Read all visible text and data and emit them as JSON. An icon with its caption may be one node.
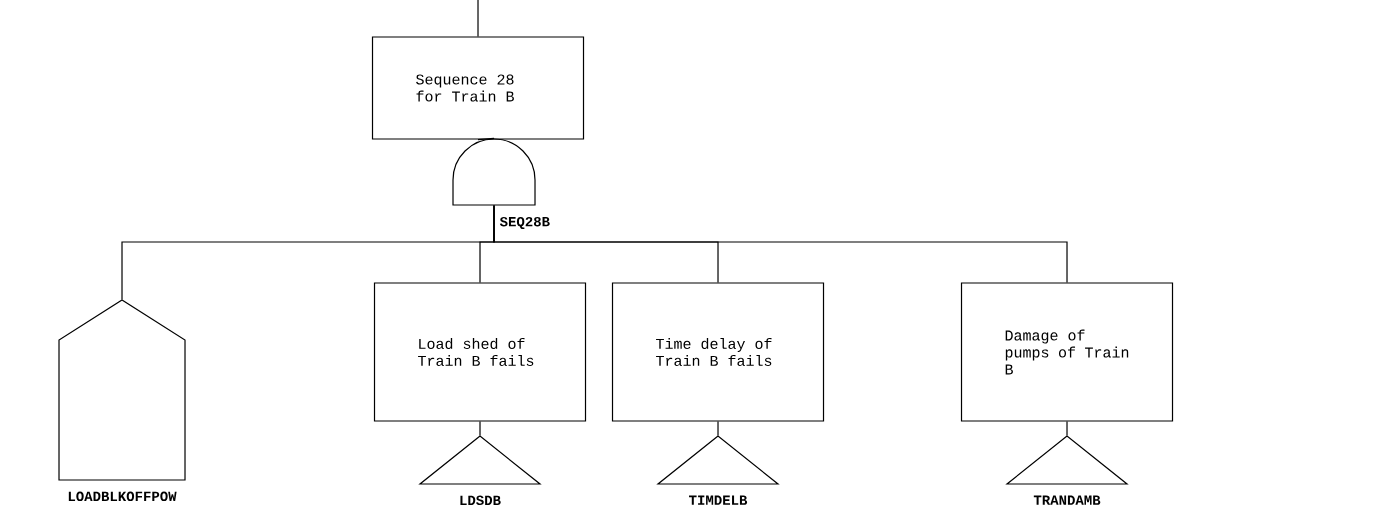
{
  "diagram": {
    "nodes": [
      {
        "text": [
          "Sequence 28 for Train B"
        ]
      },
      {
        "text": [],
        "shape": "gate",
        "beside": [
          "SEQ28B"
        ]
      },
      {
        "text": [],
        "shape": "house",
        "beside": [
          "LOADBLKOFFPOW"
        ]
      },
      {
        "text": [
          "Load shed of Train B fails"
        ]
      },
      {
        "text": [
          "Time delay of Train B fails"
        ]
      },
      {
        "text": [
          "Damage of pumps of Train B"
        ]
      },
      {
        "text": [],
        "shape": "triangle",
        "beside": [
          "LDSDB"
        ]
      },
      {
        "text": [],
        "shape": "triangle",
        "beside": [
          "TIMDELB"
        ]
      },
      {
        "text": [],
        "shape": "triangle",
        "beside": [
          "TRANDAMB"
        ]
      }
    ],
    "edges": [
      {
        "from": null,
        "to": 0,
        "arrow": "none"
      },
      {
        "from": 0,
        "to": 1,
        "arrow": "none"
      },
      {
        "from": 1,
        "to": 2,
        "arrow": "none"
      },
      {
        "from": 1,
        "to": 3,
        "arrow": "none"
      },
      {
        "from": 1,
        "to": 4,
        "arrow": "none"
      },
      {
        "from": 1,
        "to": 5,
        "arrow": "none"
      },
      {
        "from": 3,
        "to": 6,
        "arrow": "none"
      },
      {
        "from": 4,
        "to": 7,
        "arrow": "none"
      },
      {
        "from": 5,
        "to": 8,
        "arrow": "none"
      }
    ]
  }
}
